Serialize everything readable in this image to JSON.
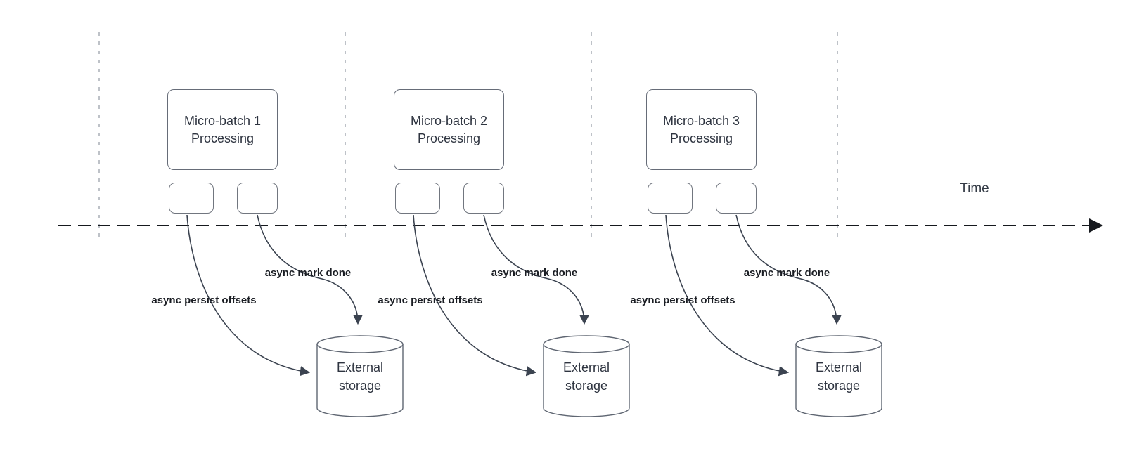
{
  "timeline": {
    "label": "Time"
  },
  "groups": [
    {
      "title": "Micro-batch 1\nProcessing",
      "persist_label": "async persist offsets",
      "done_label": "async mark done",
      "storage_label": "External\nstorage"
    },
    {
      "title": "Micro-batch 2\nProcessing",
      "persist_label": "async persist offsets",
      "done_label": "async mark done",
      "storage_label": "External\nstorage"
    },
    {
      "title": "Micro-batch 3\nProcessing",
      "persist_label": "async persist offsets",
      "done_label": "async mark done",
      "storage_label": "External\nstorage"
    }
  ],
  "colors": {
    "arrow_line": "#3b4350",
    "timeline_line": "#16191e",
    "guide_line": "#a8adb5",
    "shape_border": "#5f6672",
    "text": "#2e3440"
  }
}
